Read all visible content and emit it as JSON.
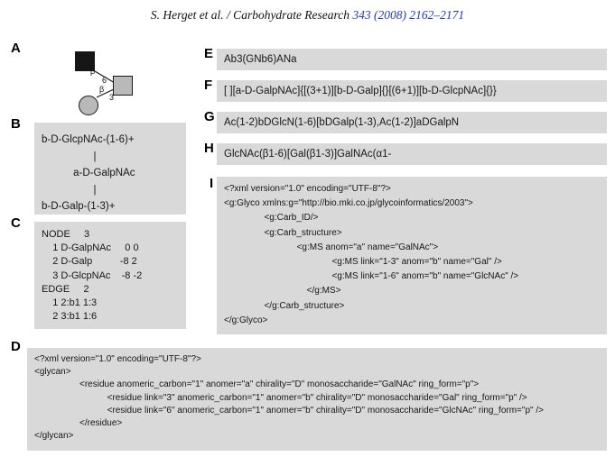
{
  "colors": {
    "box_bg": "#d9d9d9",
    "link_blue": "#2636c8",
    "shape_black": "#161616",
    "shape_gray": "#b9b9b9",
    "line": "#1a1a1a"
  },
  "header": {
    "citation_prefix": "S. Herget et al. / Carbohydrate Research ",
    "citation_ref": "343 (2008) 2162–2171"
  },
  "panels": {
    "a": {
      "label": "A",
      "symbols": [
        "filled-square-residue",
        "gray-square-residue",
        "gray-circle-residue"
      ],
      "linkage_labels": {
        "beta_top": "β",
        "position_top": "6",
        "beta_bottom": "β",
        "position_bottom": "3"
      }
    },
    "b": {
      "label": "B",
      "format_text": "b-D-GlcpNAc-(1-6)+\n                  |\n           a-D-GalpNAc\n                  |\nb-D-Galp-(1-3)+"
    },
    "c": {
      "label": "C",
      "format_text": "NODE     3\n    1 D-GalpNAc     0 0\n    2 D-Galp          -8 2\n    3 D-GlcpNAc    -8 -2\nEDGE     2\n    1 2:b1 1:3\n    2 3:b1 1:6"
    },
    "d": {
      "label": "D",
      "format_text": "<?xml version=\"1.0\" encoding=\"UTF-8\"?>\n<glycan>\n                  <residue anomeric_carbon=\"1\" anomer=\"a\" chirality=\"D\" monosaccharide=\"GalNAc\" ring_form=\"p\">\n                             <residue link=\"3\" anomeric_carbon=\"1\" anomer=\"b\" chirality=\"D\" monosaccharide=\"Gal\" ring_form=\"p\" />\n                             <residue link=\"6\" anomeric_carbon=\"1\" anomer=\"b\" chirality=\"D\" monosaccharide=\"GlcNAc\" ring_form=\"p\" />\n                  </residue>\n</glycan>"
    },
    "e": {
      "label": "E",
      "format_text": "Ab3(GNb6)ANa"
    },
    "f": {
      "label": "F",
      "format_text": "[ ][a-D-GalpNAc]{[(3+1)][b-D-Galp]{}[(6+1)][b-D-GlcpNAc]{}}"
    },
    "g": {
      "label": "G",
      "format_text": "Ac(1-2)bDGlcN(1-6)[bDGalp(1-3),Ac(1-2)]aDGalpN"
    },
    "h": {
      "label": "H",
      "format_text": "GlcNAc(β1-6)[Gal(β1-3)]GalNAc(α1-"
    },
    "i": {
      "label": "I",
      "format_text": "<?xml version=\"1.0\" encoding=\"UTF-8\"?>\n<g:Glyco xmlns:g=\"http://bio.mki.co.jp/glycoinformatics/2003\">\n                <g:Carb_ID/>\n                <g:Carb_structure>\n                             <g:MS anom=\"a\" name=\"GalNAc\">\n                                           <g:MS link=\"1-3\" anom=\"b\" name=\"Gal\" />\n                                           <g:MS link=\"1-6\" anom=\"b\" name=\"GlcNAc\" />\n                                 </g:MS>\n                </g:Carb_structure>\n</g:Glyco>"
    }
  }
}
